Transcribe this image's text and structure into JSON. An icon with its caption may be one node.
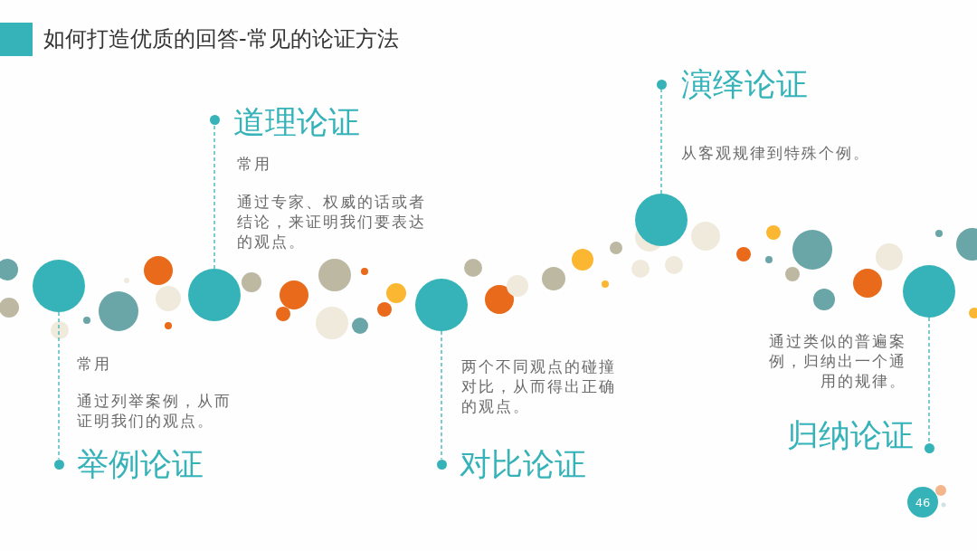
{
  "diagram": {
    "title": "如何打造优质的回答-常见的论证方法",
    "nodes": [
      {
        "text": [],
        "shape": "circle"
      },
      {
        "text": [],
        "shape": "circle"
      },
      {
        "text": [],
        "shape": "circle"
      },
      {
        "text": [],
        "shape": "circle"
      },
      {
        "text": [],
        "shape": "circle",
        "beside": [
          "通过类似的普遍案例，归纳出一个通用的规律。"
        ]
      },
      {
        "text": [],
        "shape": "circle",
        "beside": [
          "举例论证",
          "常用",
          "通过列举案例，从而证明我们的观点。"
        ]
      },
      {
        "text": [],
        "shape": "circle",
        "beside": [
          "道理论证",
          "常用",
          "通过专家、权威的话或者结论，来证明我们要表达的观点。"
        ]
      },
      {
        "text": [],
        "shape": "circle",
        "beside": [
          "对比论证",
          "两个不同观点的碰撞对比，从而得出正确的观点。"
        ]
      },
      {
        "text": [],
        "shape": "circle",
        "beside": [
          "演绎论证",
          "从客观规律到特殊个例。"
        ]
      },
      {
        "text": [],
        "shape": "circle",
        "beside": [
          "归纳论证"
        ]
      },
      {
        "text": [
          "46"
        ]
      }
    ],
    "edges": [
      {
        "from": 0,
        "to": 5,
        "arrow": "none",
        "style": "dashed"
      },
      {
        "from": 1,
        "to": 6,
        "arrow": "none",
        "style": "dashed"
      },
      {
        "from": 2,
        "to": 7,
        "arrow": "none",
        "style": "dashed"
      },
      {
        "from": 3,
        "to": 8,
        "arrow": "none",
        "style": "dashed"
      },
      {
        "from": 4,
        "to": 9,
        "arrow": "none",
        "style": "dashed"
      }
    ]
  }
}
